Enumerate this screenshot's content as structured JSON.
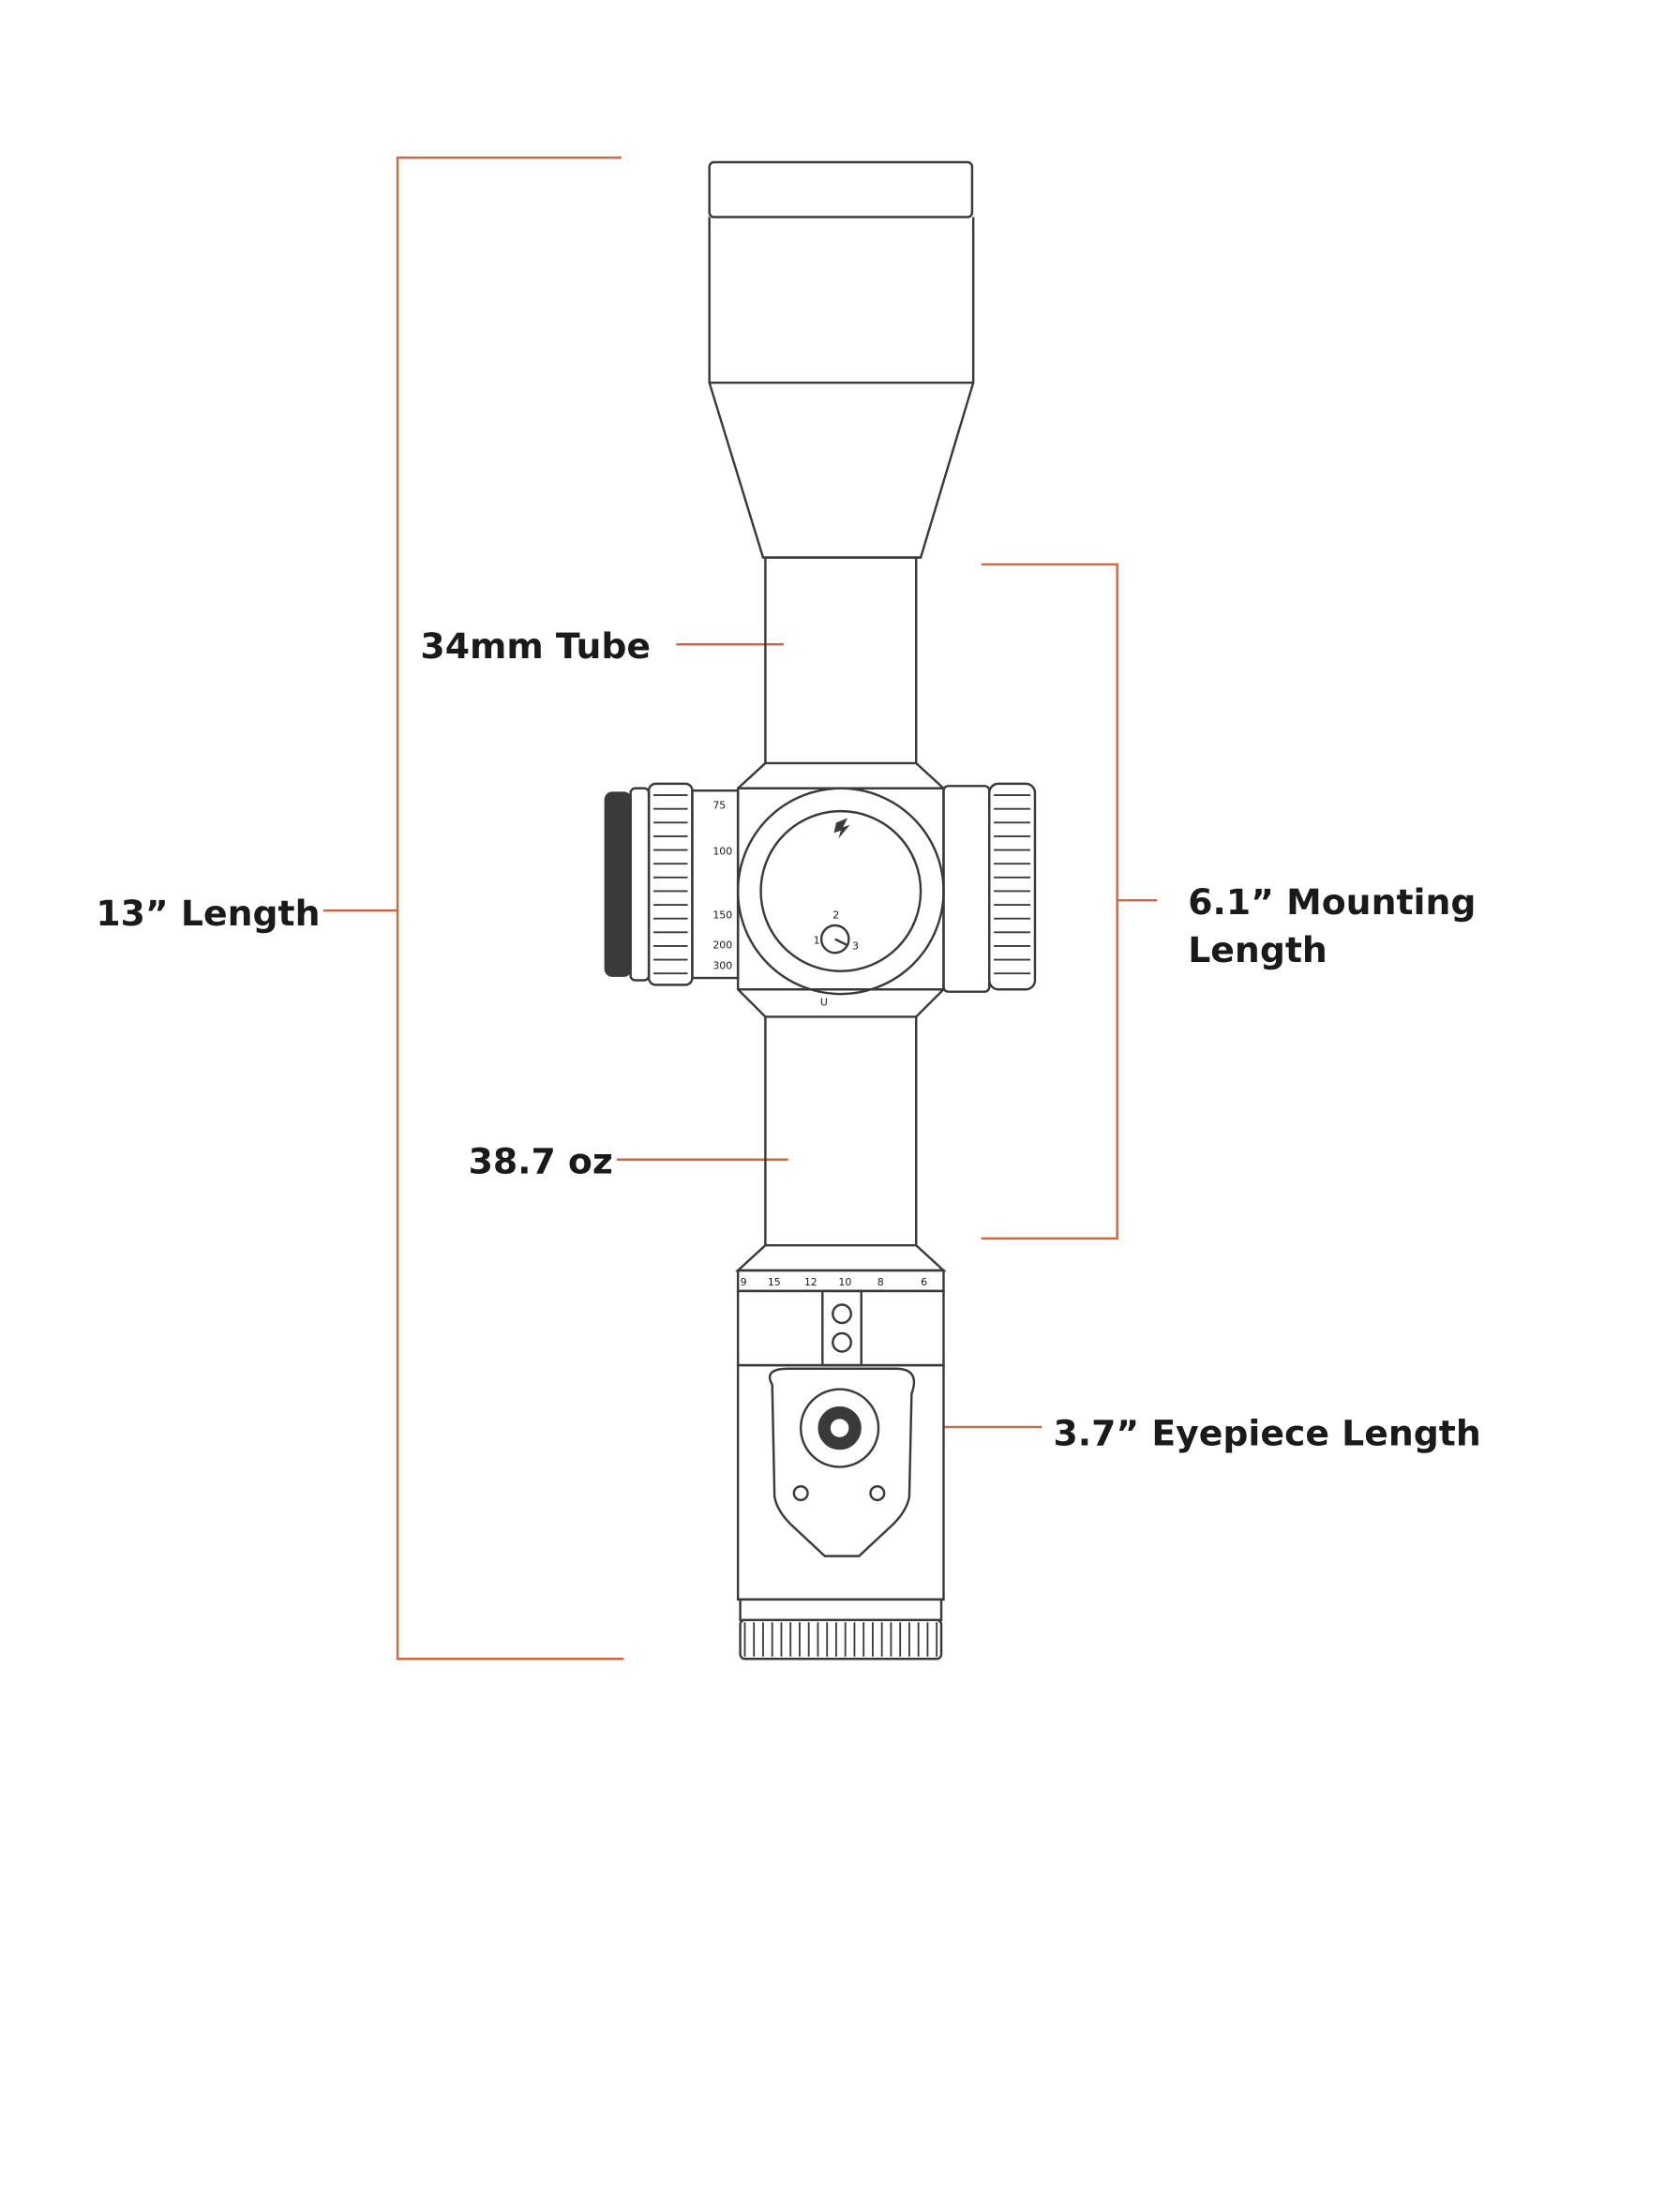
{
  "colors": {
    "accent": "#c96a45",
    "line": "#3a3a3a"
  },
  "labels": {
    "length": "13” Length",
    "tube": "34mm Tube",
    "weight": "38.7 oz",
    "mounting_line1": "6.1” Mounting",
    "mounting_line2": "Length",
    "eyepiece": "3.7” Eyepiece Length"
  },
  "elevation_dial": [
    "75",
    "100",
    "150",
    "200",
    "300"
  ],
  "magnification_ring": [
    "9",
    "15",
    "12",
    "10",
    "8",
    "6"
  ],
  "turret_marks": {
    "up": "U",
    "illum": [
      "1",
      "2",
      "3"
    ]
  }
}
